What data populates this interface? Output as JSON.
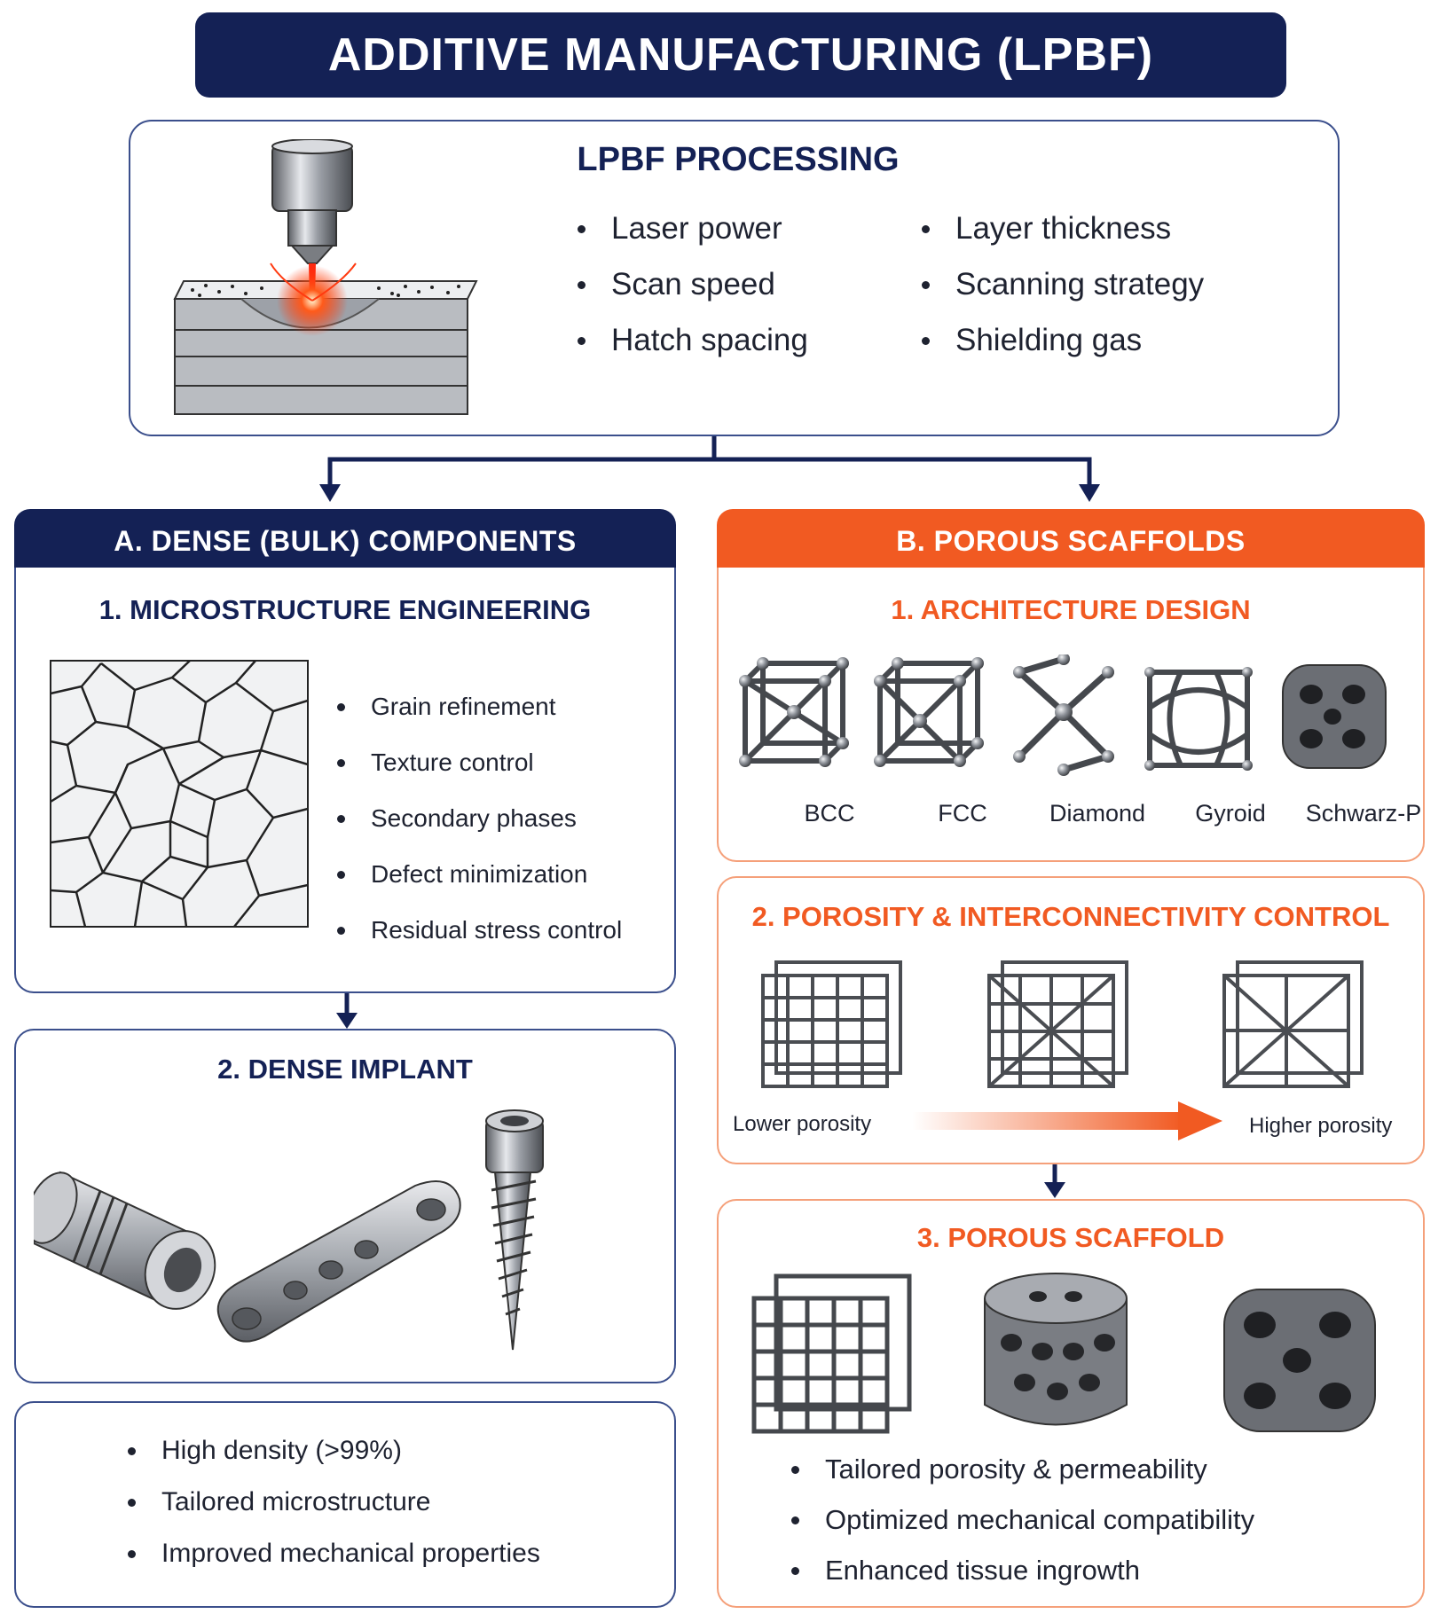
{
  "title": "ADDITIVE MANUFACTURING (LPBF)",
  "colors": {
    "navy": "#142155",
    "orange": "#f15a22",
    "panel_border": "#3b4f8c",
    "orange_border": "#f5a07a"
  },
  "processing": {
    "heading": "LPBF PROCESSING",
    "params_left": [
      "Laser power",
      "Scan speed",
      "Hatch spacing"
    ],
    "params_right": [
      "Layer thickness",
      "Scanning strategy",
      "Shielding gas"
    ]
  },
  "dense": {
    "header": "A. DENSE (BULK) COMPONENTS",
    "micro": {
      "heading": "1. MICROSTRUCTURE ENGINEERING",
      "items": [
        "Grain refinement",
        "Texture control",
        "Secondary phases",
        "Defect minimization",
        "Residual stress control"
      ]
    },
    "implant": {
      "heading": "2. DENSE IMPLANT"
    },
    "benefits": [
      "High density (>99%)",
      "Tailored microstructure",
      "Improved mechanical properties"
    ]
  },
  "porous": {
    "header": "B. POROUS SCAFFOLDS",
    "architecture": {
      "heading": "1. ARCHITECTURE DESIGN",
      "lattices": [
        "BCC",
        "FCC",
        "Diamond",
        "Gyroid",
        "Schwarz-P"
      ]
    },
    "porosity": {
      "heading": "2. POROSITY & INTERCONNECTIVITY CONTROL",
      "low_label": "Lower porosity",
      "high_label": "Higher porosity"
    },
    "scaffold": {
      "heading": "3. POROUS SCAFFOLD",
      "items": [
        "Tailored porosity & permeability",
        "Optimized mechanical compatibility",
        "Enhanced tissue ingrowth"
      ]
    }
  }
}
